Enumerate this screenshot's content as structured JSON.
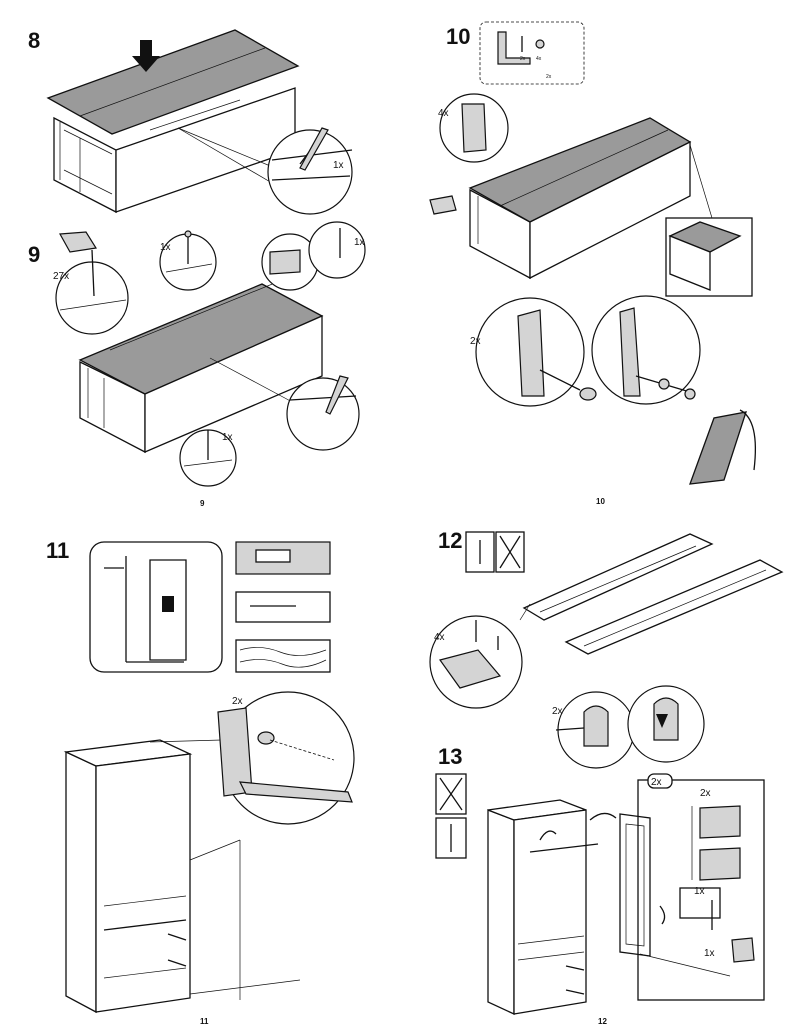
{
  "steps": {
    "s8": {
      "number": "8",
      "qty_nail": "1x"
    },
    "s9": {
      "number": "9",
      "qty_nails": "27x",
      "qty_a": "1x",
      "qty_b": "1x",
      "qty_c": "1x"
    },
    "s10": {
      "number": "10",
      "qty_bracket": "4x",
      "qty_screw": "2x",
      "kit_a": "2x",
      "kit_b": "4x",
      "kit_c": "2x"
    },
    "s11": {
      "number": "11",
      "qty_screw": "2x"
    },
    "s12": {
      "number": "12",
      "qty_hinge": "4x",
      "qty_holder": "2x"
    },
    "s13": {
      "number": "13",
      "qty_door": "2x",
      "qty_hinge": "2x",
      "qty_a": "1x",
      "qty_b": "1x"
    }
  },
  "page_numbers": {
    "left_top": "9",
    "right_top": "10",
    "left_bottom": "11",
    "right_bottom": "12"
  }
}
